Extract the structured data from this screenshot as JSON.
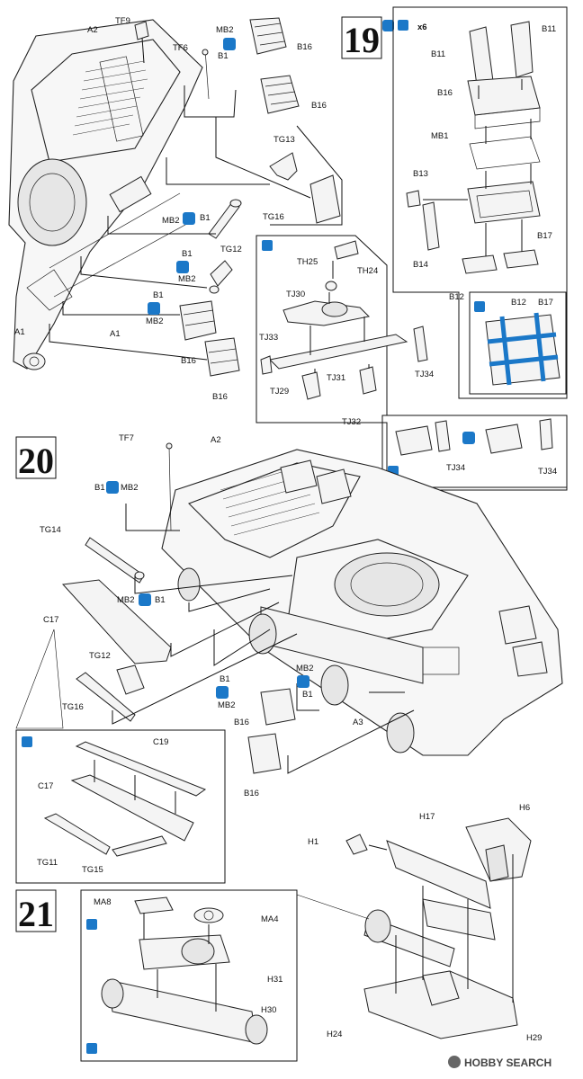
{
  "steps": {
    "s19": "19",
    "s20": "20",
    "s21": "21"
  },
  "labels": {
    "tf9": "TF9",
    "a2_top": "A2",
    "mb2_top": "MB2",
    "b1_top": "B1",
    "tf6": "TF6",
    "b16_a": "B16",
    "b16_b": "B16",
    "tg13": "TG13",
    "tg16_top": "TG16",
    "mb2_b": "MB2",
    "b1_b": "B1",
    "tg12_top": "TG12",
    "b1_c": "B1",
    "mb2_c": "MB2",
    "b1_d": "B1",
    "mb2_d": "MB2",
    "a1_l": "A1",
    "a1_r": "A1",
    "b16_c": "B16",
    "b16_d": "B16",
    "th25": "TH25",
    "th24": "TH24",
    "tj30": "TJ30",
    "tj33": "TJ33",
    "tj29": "TJ29",
    "tj31": "TJ31",
    "tj32": "TJ32",
    "tj34": "TJ34",
    "tj34_b": "TJ34",
    "tj34_c": "TJ34",
    "b11_l": "B11",
    "b11_r": "B11",
    "b16_box": "B16",
    "mb1": "MB1",
    "b13": "B13",
    "b17": "B17",
    "b14": "B14",
    "b12": "B12",
    "b12_sub": "B12",
    "b17_sub": "B17",
    "x6": "x6",
    "tf7": "TF7",
    "a2_mid": "A2",
    "b1_e": "B1",
    "mb2_e": "MB2",
    "tg14": "TG14",
    "mb2_f": "MB2",
    "b1_f": "B1",
    "c17": "C17",
    "tg12_mid": "TG12",
    "tg16_mid": "TG16",
    "b1_g": "B1",
    "mb2_g": "MB2",
    "mb2_h": "MB2",
    "b1_h": "B1",
    "b16_e": "B16",
    "a3": "A3",
    "b16_f": "B16",
    "c19": "C19",
    "c17_sub": "C17",
    "tg11": "TG11",
    "tg15": "TG15",
    "h17": "H17",
    "h6": "H6",
    "h1": "H1",
    "ma8": "MA8",
    "ma4": "MA4",
    "h31": "H31",
    "h30": "H30",
    "h24": "H24",
    "h29": "H29"
  },
  "watermark": "HOBBY SEARCH",
  "icons": {
    "glue": "glue-icon",
    "assemble": "assembly-symbol-icon",
    "drop": "water-drop-icon"
  },
  "colors": {
    "accent": "#1b78c8"
  }
}
